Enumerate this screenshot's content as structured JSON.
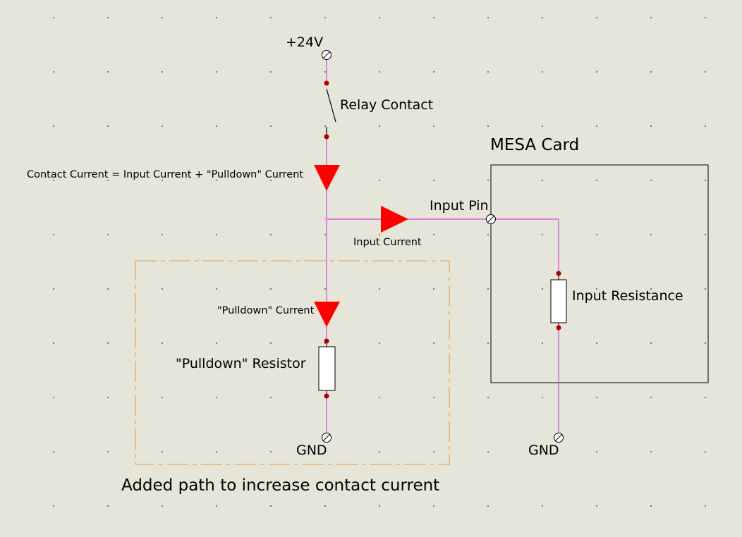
{
  "labels": {
    "supply": "+24V",
    "relay": "Relay Contact",
    "mesa": "MESA Card",
    "contact_current": "Contact Current = Input Current + \"Pulldown\" Current",
    "input_pin": "Input Pin",
    "input_current": "Input Current",
    "pulldown_current": "\"Pulldown\" Current",
    "pulldown_resistor": "\"Pulldown\" Resistor",
    "input_resistance": "Input Resistance",
    "gnd_left": "GND",
    "gnd_right": "GND",
    "added_path": "Added path to increase contact current"
  },
  "colors": {
    "background": "#e6e5da",
    "wire": "#d24bd2",
    "arrow": "#ff0000",
    "node": "#aa0000",
    "box": "#000000",
    "dashed_box": "#e8963c",
    "grid_dot": "#555555"
  }
}
